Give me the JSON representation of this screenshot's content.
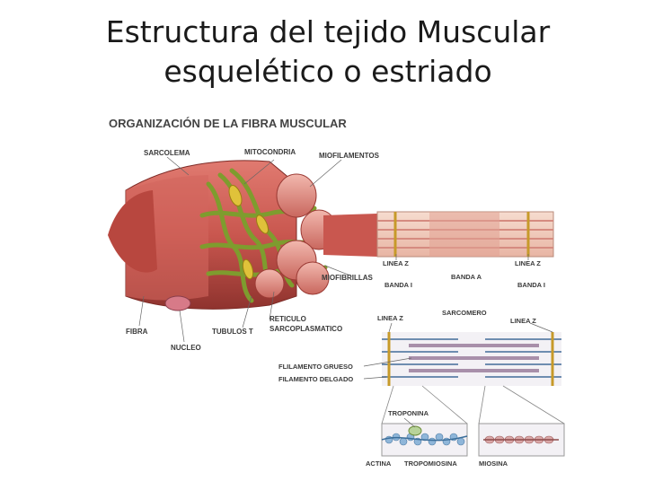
{
  "slide": {
    "title_line1": "Estructura del tejido Muscular",
    "title_line2": "esquelético o estriado"
  },
  "figure": {
    "heading": "ORGANIZACIÓN DE LA FIBRA MUSCULAR",
    "labels": {
      "sarcolema": "SARCOLEMA",
      "mitocondria": "MITOCONDRIA",
      "miofilamentos": "MIOFILAMENTOS",
      "miofibrillas": "MIOFIBRILLAS",
      "fibra": "FIBRA",
      "nucleo": "NUCLEO",
      "tubulos_t": "TUBULOS T",
      "reticulo_1": "RETICULO",
      "reticulo_2": "SARCOPLASMATICO",
      "linea_z_top_left": "LINEA Z",
      "linea_z_top_right": "LINEA Z",
      "banda_a": "BANDA A",
      "banda_i_left": "BANDA I",
      "banda_i_right": "BANDA I",
      "sarcomero": "SARCOMERO",
      "linea_z_mid_left": "LINEA Z",
      "linea_z_mid_right": "LINEA Z",
      "filamento_grueso": "FLILAMENTO GRUESO",
      "filamento_delgado": "FILAMENTO DELGADO",
      "troponina": "TROPONINA",
      "actina": "ACTINA",
      "tropomiosina": "TROPOMIOSINA",
      "miosina": "MIOSINA"
    },
    "colors": {
      "muscle": "#c9574f",
      "muscle_dark": "#9b3a34",
      "reticulum": "#8aa83a",
      "myofibril": "#e39a92",
      "band": "#f0c7b8",
      "thick_filament": "#a88faa",
      "thin_filament": "#6e8db0",
      "actin_bead": "#8fb6d9"
    }
  }
}
